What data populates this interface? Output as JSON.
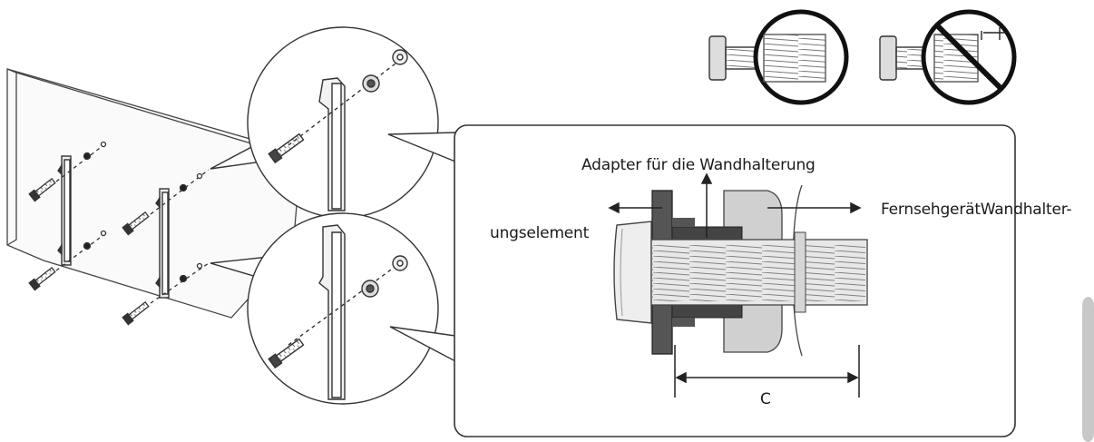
{
  "callout_labels": {
    "adapter": "Adapter für die Wandhalterung",
    "tv_side": "FernsehgerätWandhalter-",
    "bracket_side": "ungselement",
    "dimension": "C"
  },
  "icons": [
    "correct-screw-icon",
    "incorrect-screw-prohibited-icon"
  ],
  "colors": {
    "line": "#2a2a2a",
    "dark_fill": "#555555",
    "light_fill": "#c9c9c9",
    "screw_fill": "#d6d6d6",
    "prohibit": "#111111"
  }
}
